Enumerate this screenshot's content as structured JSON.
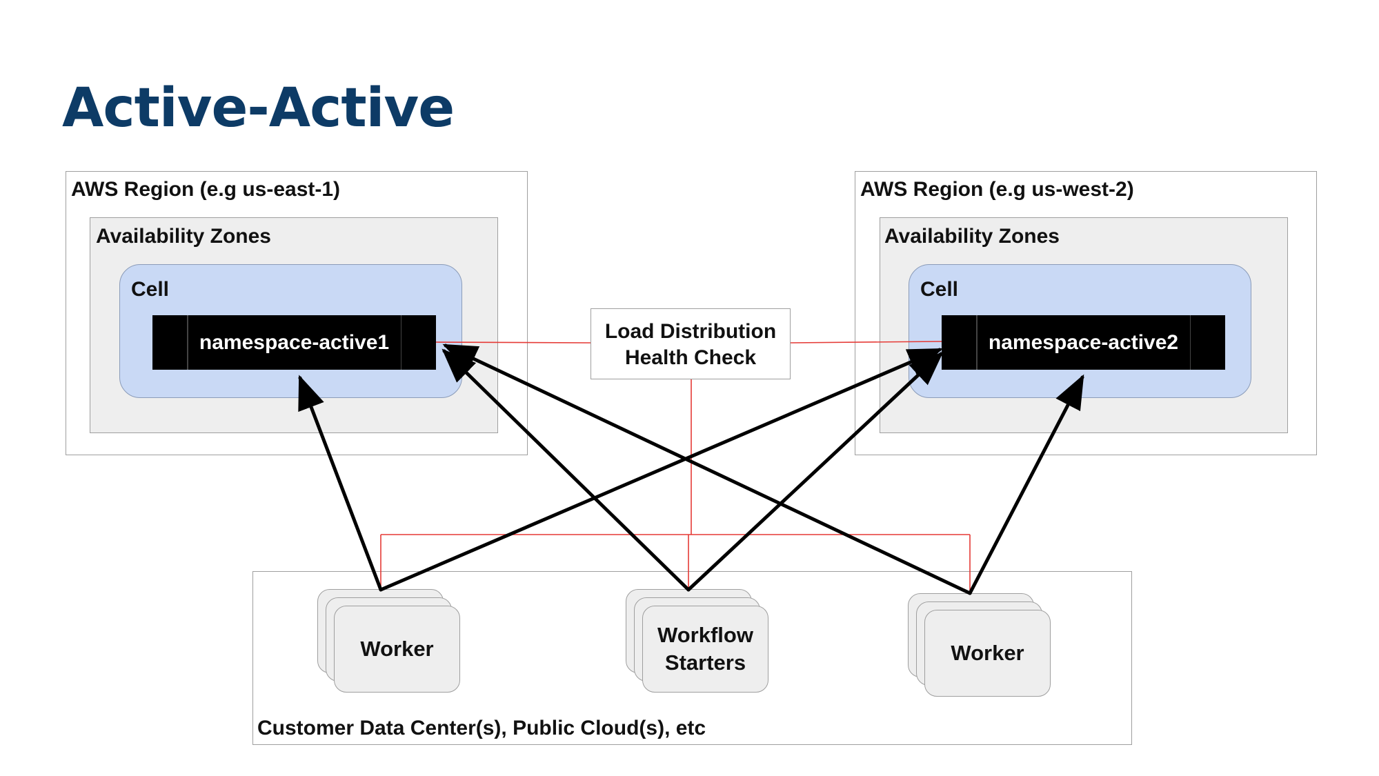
{
  "title": "Active-Active",
  "regions": [
    {
      "label": "AWS Region (e.g us-east-1)",
      "az_label": "Availability Zones",
      "cell_label": "Cell",
      "namespace": "namespace-active1"
    },
    {
      "label": "AWS Region (e.g us-west-2)",
      "az_label": "Availability Zones",
      "cell_label": "Cell",
      "namespace": "namespace-active2"
    }
  ],
  "load_balancer": {
    "line1": "Load Distribution",
    "line2": "Health Check"
  },
  "customer": {
    "label": "Customer Data Center(s), Public Cloud(s), etc",
    "clients": [
      {
        "line1": "Worker",
        "line2": ""
      },
      {
        "line1": "Workflow",
        "line2": "Starters"
      },
      {
        "line1": "Worker",
        "line2": ""
      }
    ]
  },
  "colors": {
    "title": "#0d3b66",
    "cell": "#c9d9f5",
    "health_line": "#e53935",
    "arrow": "#000000"
  }
}
